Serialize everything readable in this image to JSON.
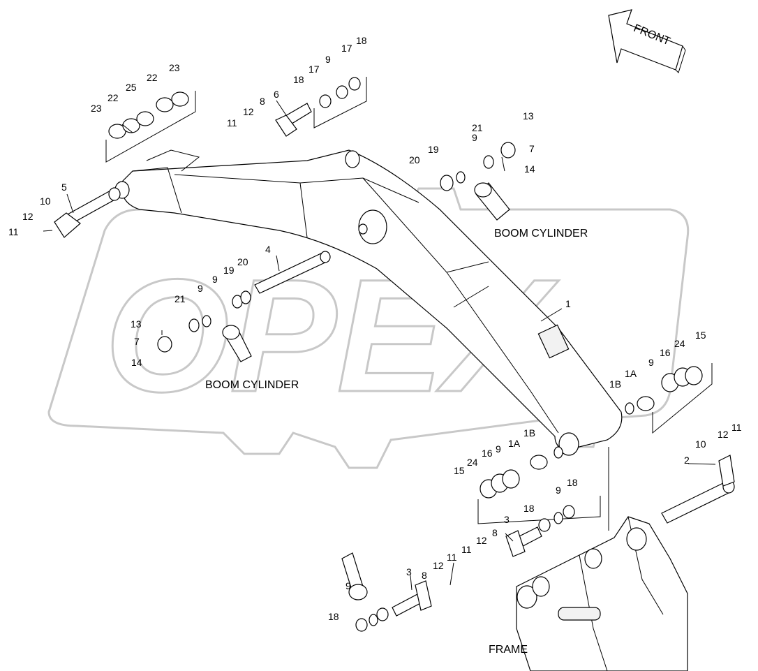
{
  "watermark": "OPEX",
  "front_label": "FRONT",
  "labels": {
    "boom_cylinder_right": "BOOM CYLINDER",
    "boom_cylinder_left": "BOOM CYLINDER",
    "frame": "FRAME"
  },
  "callouts": {
    "c1": "1",
    "c1A_a": "1A",
    "c1A_b": "1A",
    "c1B_a": "1B",
    "c1B_b": "1B",
    "c2": "2",
    "c3_a": "3",
    "c3_b": "3",
    "c4": "4",
    "c5": "5",
    "c6": "6",
    "c7_a": "7",
    "c7_b": "7",
    "c8_a": "8",
    "c8_b": "8",
    "c8_c": "8",
    "c9_a": "9",
    "c9_b": "9",
    "c9_c": "9",
    "c9_d": "9",
    "c9_e": "9",
    "c9_f": "9",
    "c9_g": "9",
    "c9_h": "9",
    "c10_a": "10",
    "c10_b": "10",
    "c11_a": "11",
    "c11_b": "11",
    "c11_c": "11",
    "c11_d": "11",
    "c11_e": "11",
    "c12_a": "12",
    "c12_b": "12",
    "c12_c": "12",
    "c12_d": "12",
    "c12_e": "12",
    "c13_a": "13",
    "c13_b": "13",
    "c14_a": "14",
    "c14_b": "14",
    "c15_a": "15",
    "c15_b": "15",
    "c16_a": "16",
    "c16_b": "16",
    "c17_a": "17",
    "c17_b": "17",
    "c18_a": "18",
    "c18_b": "18",
    "c18_c": "18",
    "c18_d": "18",
    "c18_e": "18",
    "c19_a": "19",
    "c19_b": "19",
    "c20_a": "20",
    "c20_b": "20",
    "c21_a": "21",
    "c21_b": "21",
    "c22_a": "22",
    "c22_b": "22",
    "c23_a": "23",
    "c23_b": "23",
    "c24_a": "24",
    "c24_b": "24",
    "c25": "25"
  }
}
